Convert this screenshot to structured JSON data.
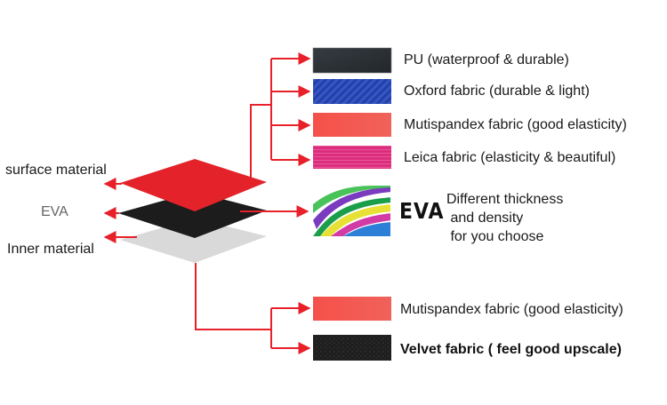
{
  "colors": {
    "accent": "#e8202a",
    "surface_layer": "#e3222a",
    "eva_layer": "#1c1c1c",
    "inner_layer": "#d9d9d9",
    "pu_swatch": "#2b3034",
    "oxford_swatch": "#2440a8",
    "mutispandex_swatch": "#f2574f",
    "leica_swatch": "#dd2f7e",
    "velvet_swatch": "#202020"
  },
  "layers": {
    "surface_label": "surface material",
    "eva_label": "EVA",
    "inner_label": "Inner material"
  },
  "surface_options": [
    {
      "label": "PU (waterproof & durable)",
      "swatch_icon": "pu-leather-swatch"
    },
    {
      "label": "Oxford fabric (durable & light)",
      "swatch_icon": "oxford-weave-swatch"
    },
    {
      "label": "Mutispandex fabric (good elasticity)",
      "swatch_icon": "spandex-swatch"
    },
    {
      "label": "Leica fabric (elasticity & beautiful)",
      "swatch_icon": "leica-swatch"
    }
  ],
  "eva": {
    "title": "EVA",
    "description_lines": [
      "Different thickness",
      " and density",
      " for you choose"
    ],
    "swatch_icon": "colorful-eva-foam-swatch"
  },
  "inner_options": [
    {
      "label": "Mutispandex fabric (good elasticity)",
      "swatch_icon": "spandex-swatch"
    },
    {
      "label": "Velvet fabric ( feel good upscale)",
      "swatch_icon": "velvet-swatch"
    }
  ]
}
